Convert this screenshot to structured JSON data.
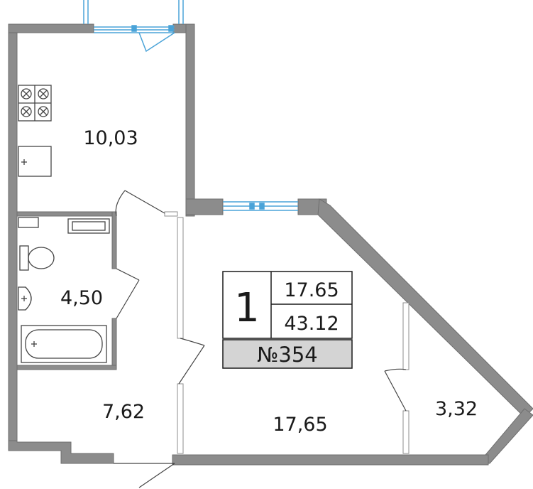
{
  "plan": {
    "rooms": [
      {
        "id": "kitchen",
        "area": "10,03"
      },
      {
        "id": "bathroom",
        "area": "4,50"
      },
      {
        "id": "hall",
        "area": "7,62"
      },
      {
        "id": "living",
        "area": "17,65"
      },
      {
        "id": "loggia",
        "area": "3,32"
      }
    ],
    "summary": {
      "rooms_count": "1",
      "living_area": "17.65",
      "total_area": "43.12",
      "apartment_number": "№354"
    },
    "colors": {
      "wall": "#8c8c8c",
      "wall_outline": "#6e6e6e",
      "window": "#4aa3d8",
      "fixture": "#444444",
      "number_band": "#d4d4d4"
    },
    "icons": [
      "stove-icon",
      "sink-icon",
      "toilet-icon",
      "washbasin-icon",
      "bathtub-icon",
      "washing-machine-icon"
    ]
  }
}
